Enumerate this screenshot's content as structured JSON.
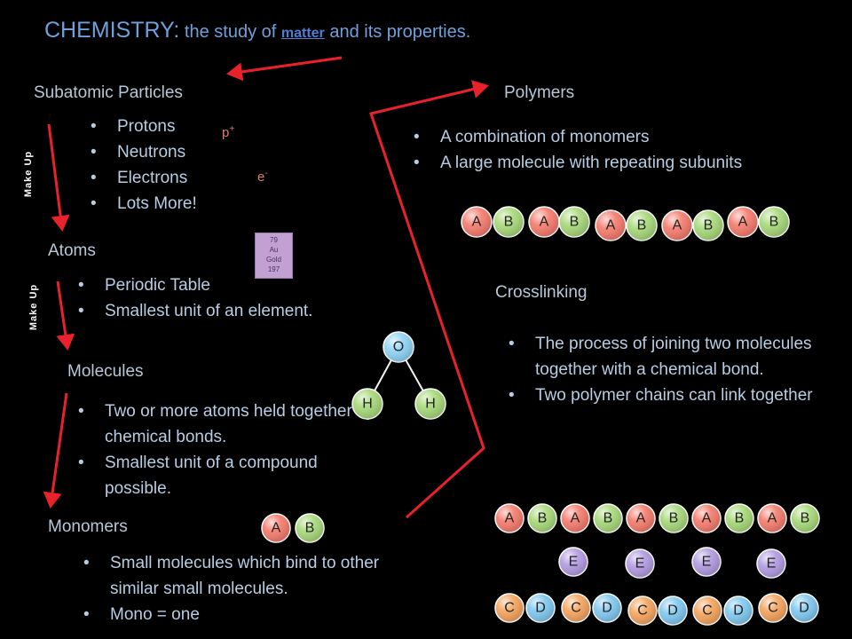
{
  "title": {
    "main": "CHEMISTRY:",
    "pre": " the study of ",
    "underlined": "matter",
    "post": " and its properties."
  },
  "subatomic": {
    "heading": "Subatomic Particles",
    "items": [
      "Protons",
      "Neutrons",
      "Electrons",
      "Lots More!"
    ],
    "proton_symbol": "p+",
    "electron_symbol": "e-"
  },
  "make_up_label": "Make Up",
  "atoms": {
    "heading": "Atoms",
    "items": [
      "Periodic Table",
      "Smallest unit of an element."
    ],
    "element_tile": [
      "79",
      "Au",
      "Gold",
      "197"
    ]
  },
  "molecules": {
    "heading": "Molecules",
    "items": [
      "Two or more atoms held together by chemical bonds.",
      "Smallest unit of a compound possible."
    ],
    "diagram": {
      "top": "O",
      "left": "H",
      "right": "H"
    }
  },
  "monomers": {
    "heading": "Monomers",
    "items": [
      "Small molecules which bind to other similar small molecules.",
      "Mono = one"
    ],
    "diagram": [
      "A",
      "B"
    ]
  },
  "polymers": {
    "heading": "Polymers",
    "items": [
      "A combination of monomers",
      "A large molecule with repeating subunits"
    ],
    "chain": [
      "A",
      "B",
      "A",
      "B",
      "A",
      "B",
      "A",
      "B",
      "A",
      "B"
    ]
  },
  "crosslinking": {
    "heading": "Crosslinking",
    "items": [
      "The process of joining two molecules together with  a chemical bond.",
      "Two polymer chains can link together"
    ],
    "top_chain": [
      "A",
      "B",
      "A",
      "B",
      "A",
      "B",
      "A",
      "B",
      "A",
      "B"
    ],
    "links": [
      "E",
      "E",
      "E",
      "E"
    ],
    "bottom_chain": [
      "C",
      "D",
      "C",
      "D",
      "C",
      "D",
      "C",
      "D",
      "C",
      "D"
    ]
  },
  "colors": {
    "A": "#f47a6b",
    "B": "#a6d878",
    "C": "#f4a35c",
    "D": "#7ec7ef",
    "E": "#b09ae0",
    "O": "#8ed3f4",
    "H": "#a6d878",
    "arrow": "#e8212b"
  }
}
